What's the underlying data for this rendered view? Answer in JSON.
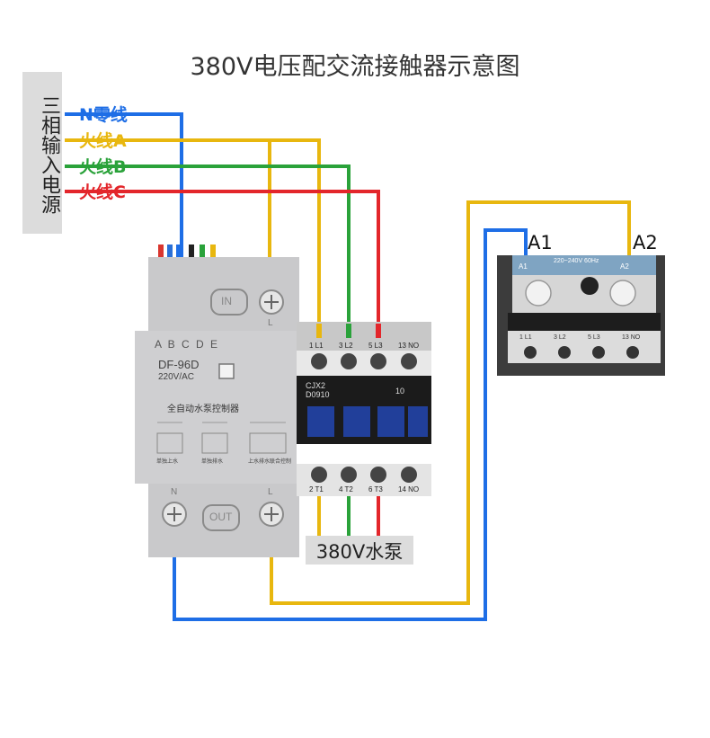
{
  "title": "380V电压配交流接触器示意图",
  "input_label": "三相输入电源",
  "wires": [
    {
      "label": "N零线",
      "color": "#1e6ee6"
    },
    {
      "label": "火线A",
      "color": "#e8b70f"
    },
    {
      "label": "火线B",
      "color": "#2aa23a"
    },
    {
      "label": "火线C",
      "color": "#e3262b"
    }
  ],
  "controller": {
    "terminals": "A B C D E",
    "model": "DF-96D",
    "voltage": "220V/AC",
    "in_label": "IN",
    "out_label": "OUT",
    "l_top": "L",
    "l_bottom": "L",
    "n_bottom": "N",
    "name": "全自动水泵控制器",
    "modes": [
      "单独上水",
      "单独排水",
      "上水排水联合控制"
    ]
  },
  "contactor": {
    "top_terminals": [
      "1 L1",
      "3 L2",
      "5 L3",
      "13 NO"
    ],
    "bottom_terminals": [
      "2 T1",
      "4 T2",
      "6 T3",
      "14 NO"
    ],
    "model_line1": "CJX2",
    "model_line2": "D0910",
    "rating": "10"
  },
  "coil": {
    "a1_label": "A1",
    "a2_label": "A2",
    "small_a1": "A1",
    "small_a2": "A2",
    "coil_rating": "220~240V 60Hz",
    "small_terminals": [
      "1 L1",
      "3 L2",
      "5 L3",
      "13 NO"
    ]
  },
  "pump_label": "380V水泵",
  "colors": {
    "blue": "#1e6ee6",
    "yellow": "#e8b70f",
    "green": "#2aa23a",
    "red": "#e3262b",
    "device_grey": "#c9c9cb"
  }
}
